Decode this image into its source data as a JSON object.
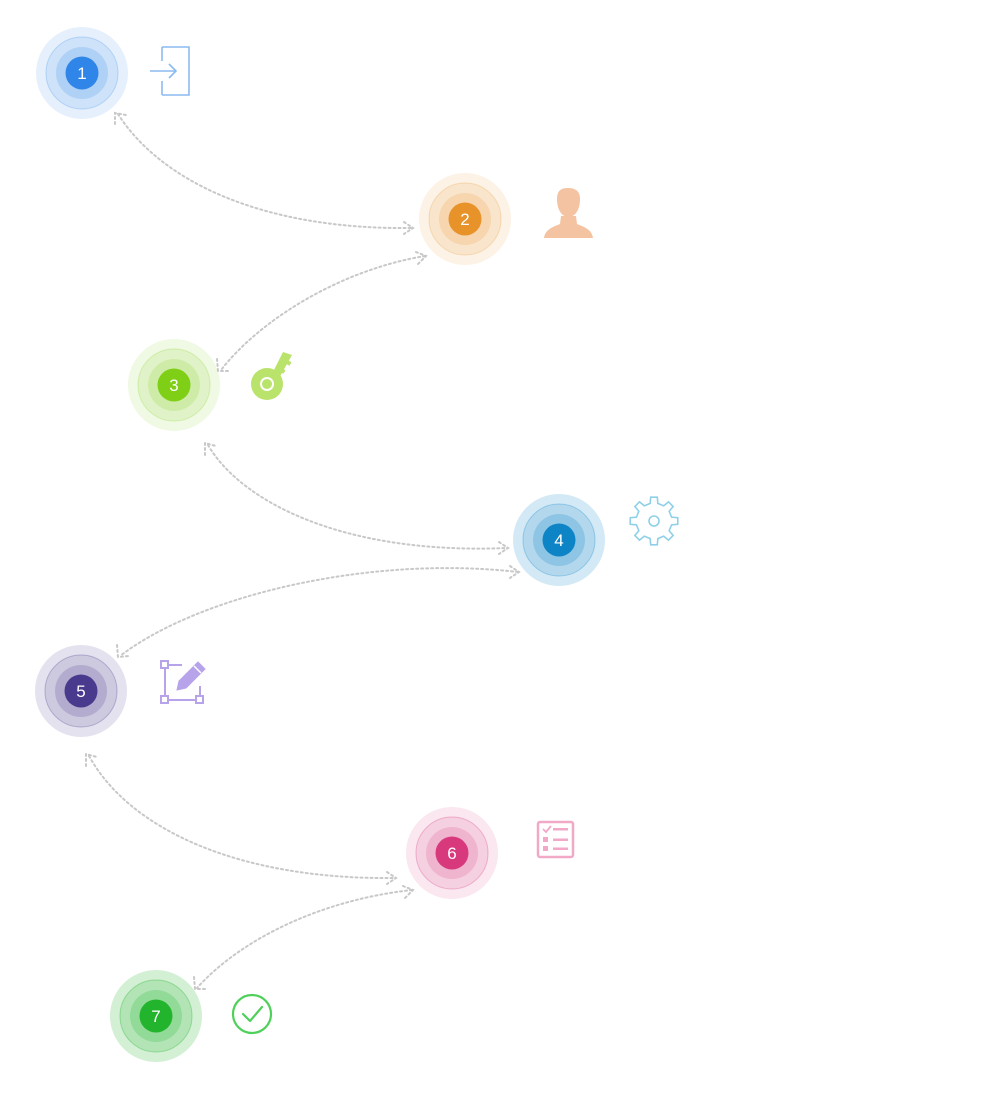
{
  "steps": [
    {
      "number": "1",
      "icon": "sign-in-icon",
      "color": "#2f86e8"
    },
    {
      "number": "2",
      "icon": "user-icon",
      "color": "#e8922a"
    },
    {
      "number": "3",
      "icon": "key-icon",
      "color": "#7fcf16"
    },
    {
      "number": "4",
      "icon": "gear-icon",
      "color": "#0c84c6"
    },
    {
      "number": "5",
      "icon": "edit-icon",
      "color": "#4a3a8e"
    },
    {
      "number": "6",
      "icon": "checklist-icon",
      "color": "#d8397d"
    },
    {
      "number": "7",
      "icon": "check-circle-icon",
      "color": "#22b42c"
    }
  ],
  "connector_color": "#c8c8c8"
}
